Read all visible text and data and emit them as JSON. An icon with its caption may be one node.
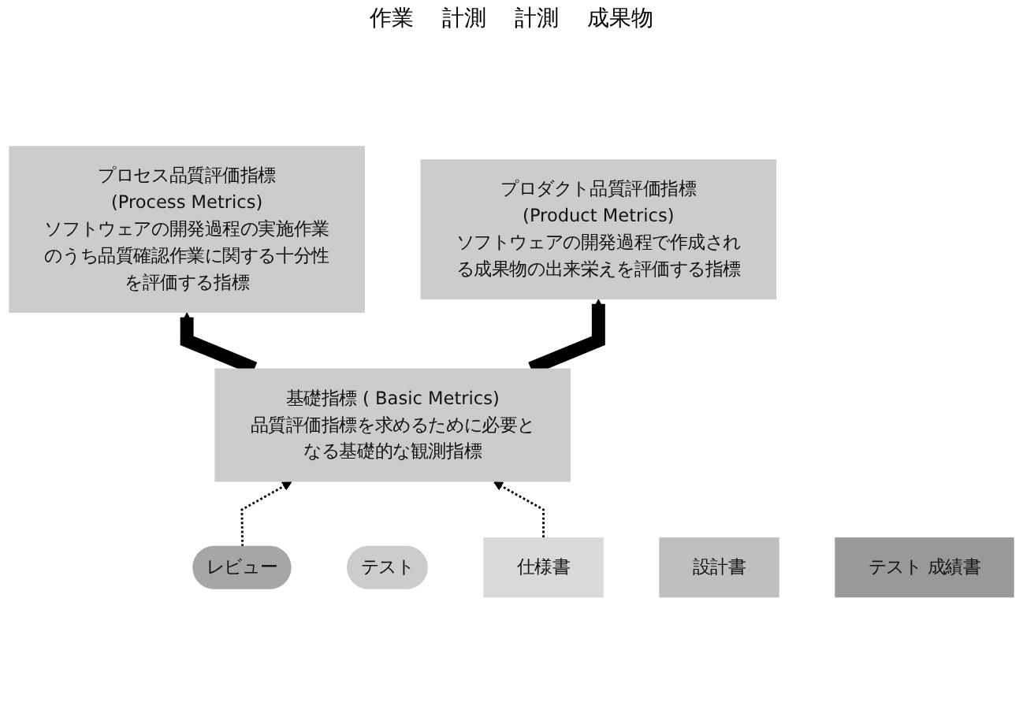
{
  "diagram": {
    "nodes": [
      {
        "text": [
          "プロセス品質評価指標",
          "(Process Metrics)",
          "ソフトウェアの開発過程の実施作業のうち品質確認作業に関する十分性を評価する指標"
        ]
      },
      {
        "text": [
          "プロダクト品質評価指標",
          "(Product Metrics)",
          "ソフトウェアの開発過程で作成される成果物の出来栄えを評価する指標"
        ]
      },
      {
        "text": [
          "基礎指標 ( Basic Metrics)",
          "品質評価指標を求めるために必要となる基礎的な観測指標"
        ]
      },
      {
        "text": [
          "レビュー"
        ]
      },
      {
        "text": [
          "テスト"
        ]
      },
      {
        "text": [
          "仕様書"
        ]
      },
      {
        "text": [
          "設計書"
        ]
      },
      {
        "text": [
          "テスト 成績書"
        ]
      }
    ],
    "edges": [
      {
        "from": 2,
        "to": 0,
        "arrow": "to",
        "style": "thick"
      },
      {
        "from": 2,
        "to": 1,
        "arrow": "to",
        "style": "thick"
      },
      {
        "from": 3,
        "to": 2,
        "arrow": "to",
        "style": "dashed"
      },
      {
        "from": 5,
        "to": 2,
        "arrow": "to",
        "style": "dashed"
      }
    ],
    "labels": [
      "作業",
      "計測",
      "計測",
      "成果物"
    ]
  }
}
